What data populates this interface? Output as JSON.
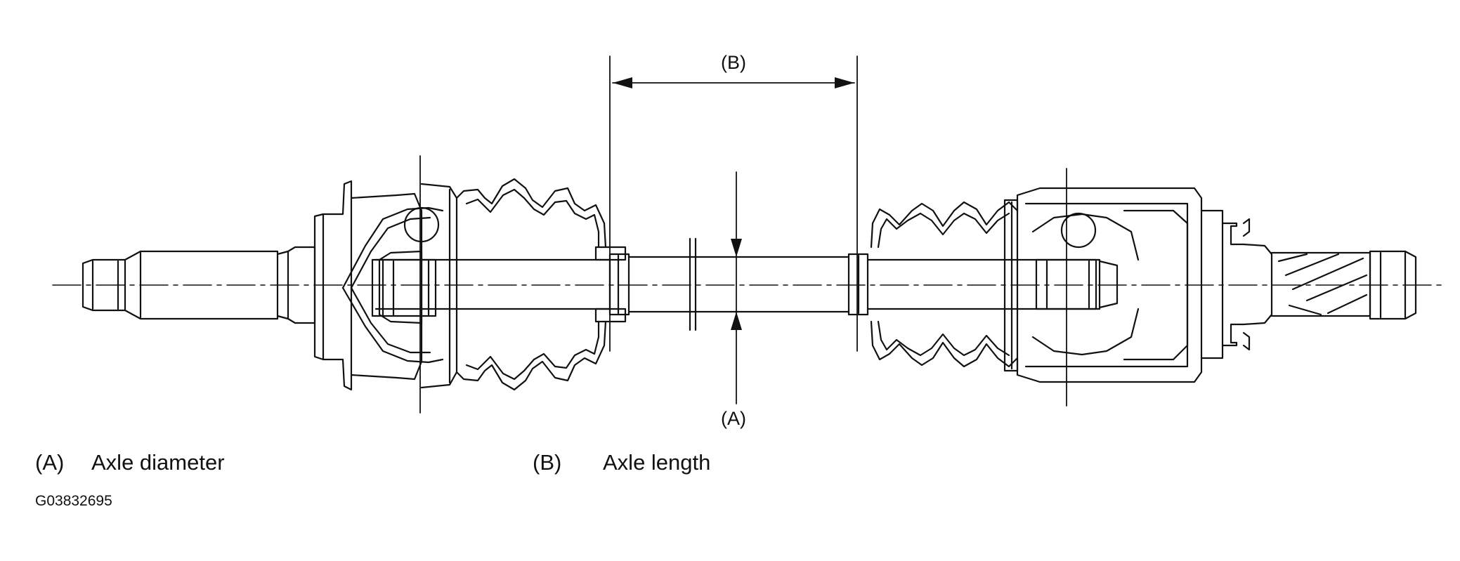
{
  "callouts": {
    "a": "(A)",
    "b": "(B)"
  },
  "legend": [
    {
      "key": "(A)",
      "text": "Axle diameter"
    },
    {
      "key": "(B)",
      "text": "Axle length"
    }
  ],
  "figure_code": "G03832695",
  "colors": {
    "line": "#111111",
    "background": "#ffffff"
  }
}
